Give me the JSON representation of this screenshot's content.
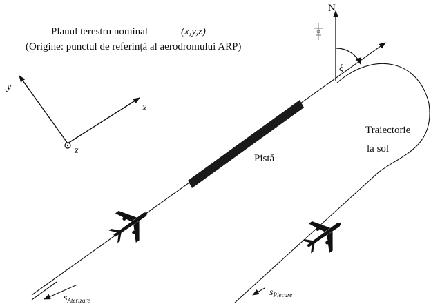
{
  "title": {
    "line1": "Planul terestru nominal",
    "line1_coords": "(x,y,z)",
    "line2": "(Origine: punctul de referință al aerodromului ARP)"
  },
  "axes": {
    "y": "y",
    "x": "x",
    "z": "z"
  },
  "north": {
    "label": "N",
    "angle_symbol": "ξ"
  },
  "runway": {
    "label": "Pistă"
  },
  "ground_track": {
    "line1": "Traiectorie",
    "line2": "la sol"
  },
  "arrivals_label": {
    "main": "s",
    "sub": "Aterizare"
  },
  "departure_label": {
    "main": "s",
    "sub": "Plecare"
  },
  "icons": [
    "north-arrow-icon",
    "aircraft-icon",
    "aircraft-icon",
    "origin-circle-icon"
  ],
  "colors": {
    "ink": "#111111",
    "runway": "#1a1a1a",
    "background": "#ffffff"
  }
}
